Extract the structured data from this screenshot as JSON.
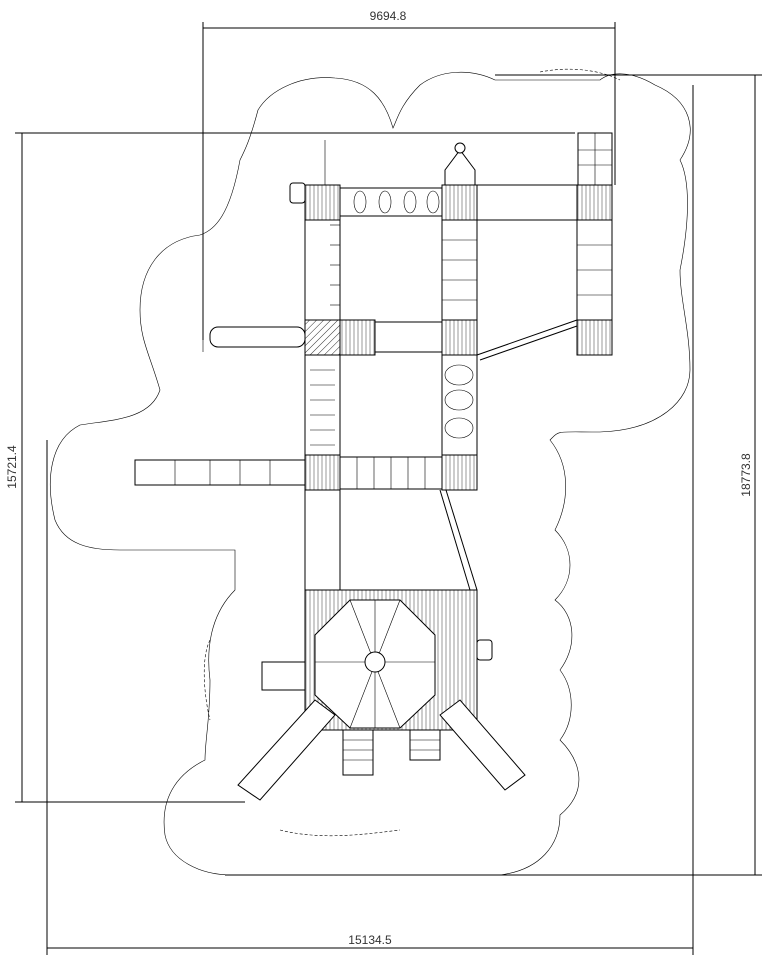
{
  "drawing": {
    "dimensions": {
      "top_width": "9694.8",
      "left_height": "15721.4",
      "right_height": "18773.8",
      "bottom_width": "15134.5"
    }
  }
}
